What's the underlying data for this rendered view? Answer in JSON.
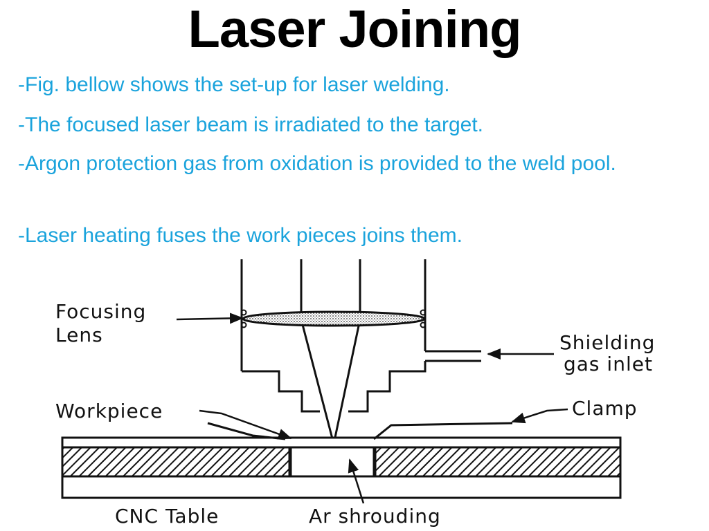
{
  "slide": {
    "title": "Laser Joining",
    "bullets": [
      "-Fig. bellow shows the set-up for laser welding.",
      "-The focused laser beam is irradiated to the target.",
      "-Argon protection gas from oxidation is provided to the weld pool.",
      "-Laser heating fuses the work pieces joins them."
    ],
    "colors": {
      "title": "#000000",
      "bullet": "#1aa3dc"
    }
  },
  "diagram": {
    "labels": {
      "focusing_lens_1": "Focusing",
      "focusing_lens_2": "Lens",
      "shielding_gas_1": "Shielding",
      "shielding_gas_2": "gas inlet",
      "workpiece": "Workpiece",
      "clamp": "Clamp",
      "cnc_table": "CNC Table",
      "ar_shrouding": "Ar shrouding"
    }
  }
}
